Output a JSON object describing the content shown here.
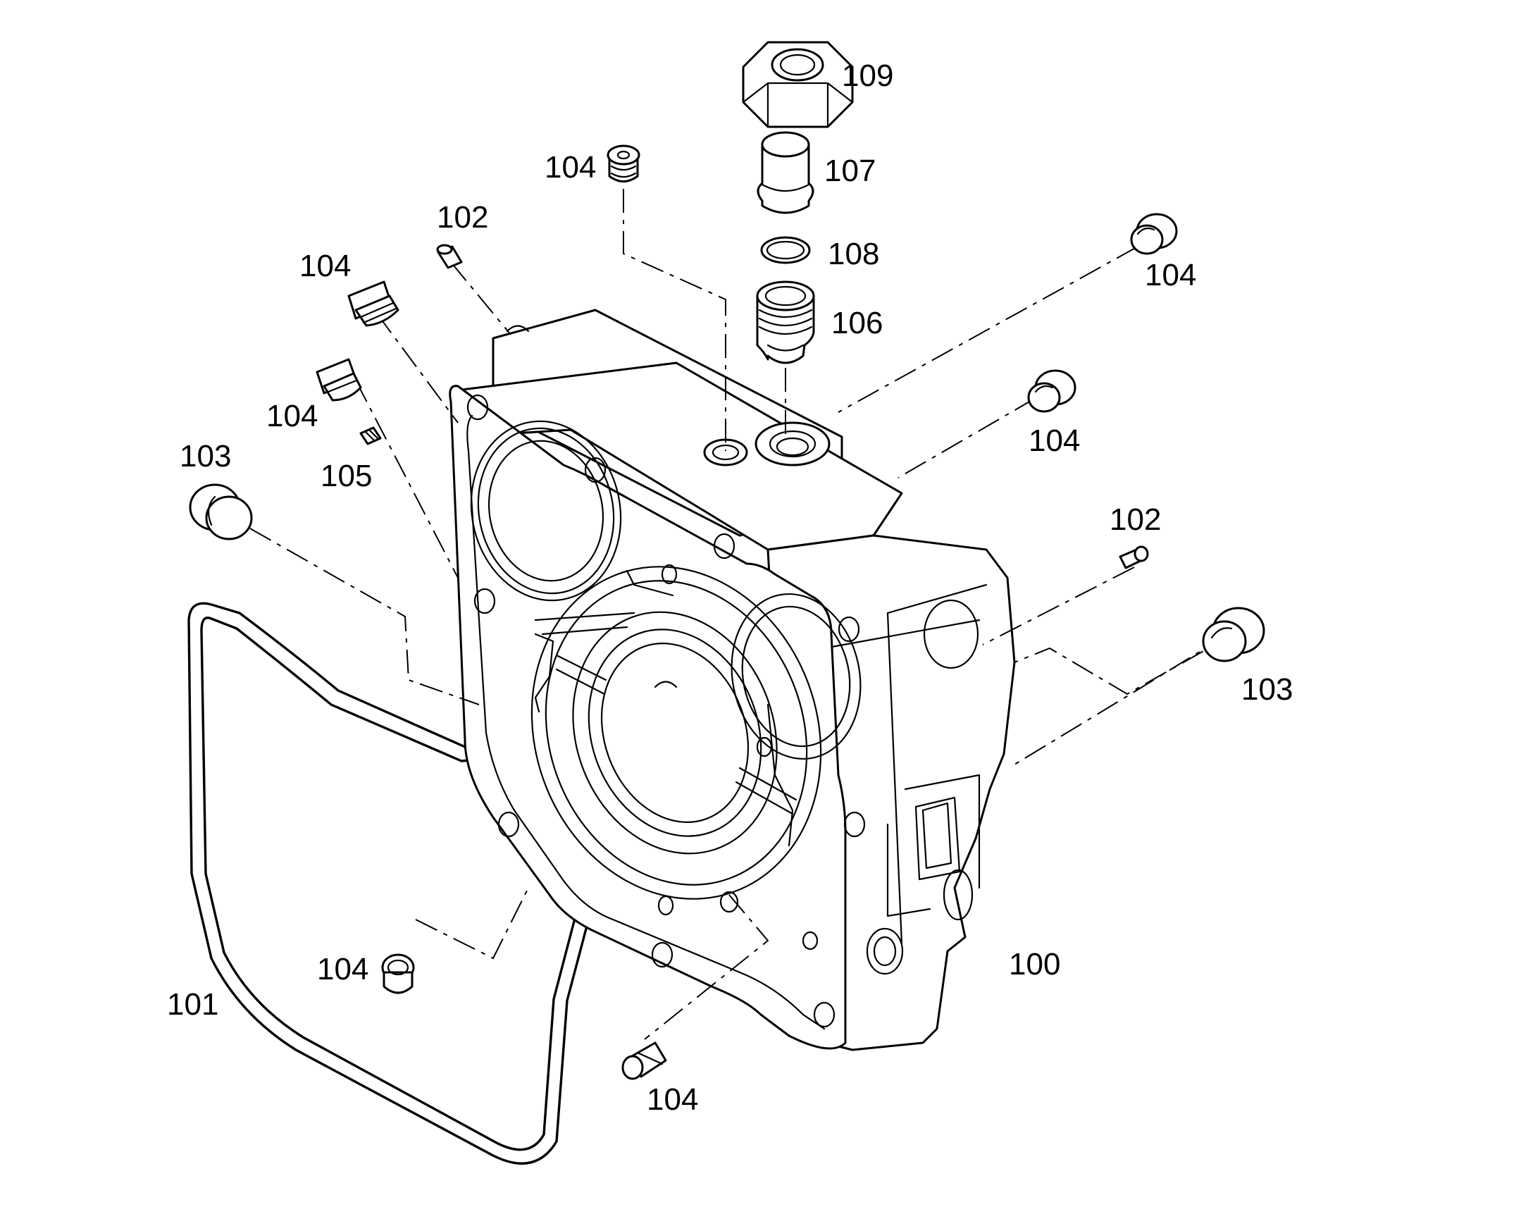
{
  "colors": {
    "line": "#000000",
    "background": "#ffffff"
  },
  "callouts": [
    {
      "id": "c109",
      "label": "109"
    },
    {
      "id": "c107",
      "label": "107"
    },
    {
      "id": "c108",
      "label": "108"
    },
    {
      "id": "c106",
      "label": "106"
    },
    {
      "id": "c104a",
      "label": "104"
    },
    {
      "id": "c102a",
      "label": "102"
    },
    {
      "id": "c104b",
      "label": "104"
    },
    {
      "id": "c104c",
      "label": "104"
    },
    {
      "id": "c105",
      "label": "105"
    },
    {
      "id": "c103a",
      "label": "103"
    },
    {
      "id": "c104d",
      "label": "104"
    },
    {
      "id": "c104e",
      "label": "104"
    },
    {
      "id": "c102b",
      "label": "102"
    },
    {
      "id": "c103b",
      "label": "103"
    },
    {
      "id": "c100",
      "label": "100"
    },
    {
      "id": "c101",
      "label": "101"
    },
    {
      "id": "c104f",
      "label": "104"
    },
    {
      "id": "c104g",
      "label": "104"
    }
  ]
}
